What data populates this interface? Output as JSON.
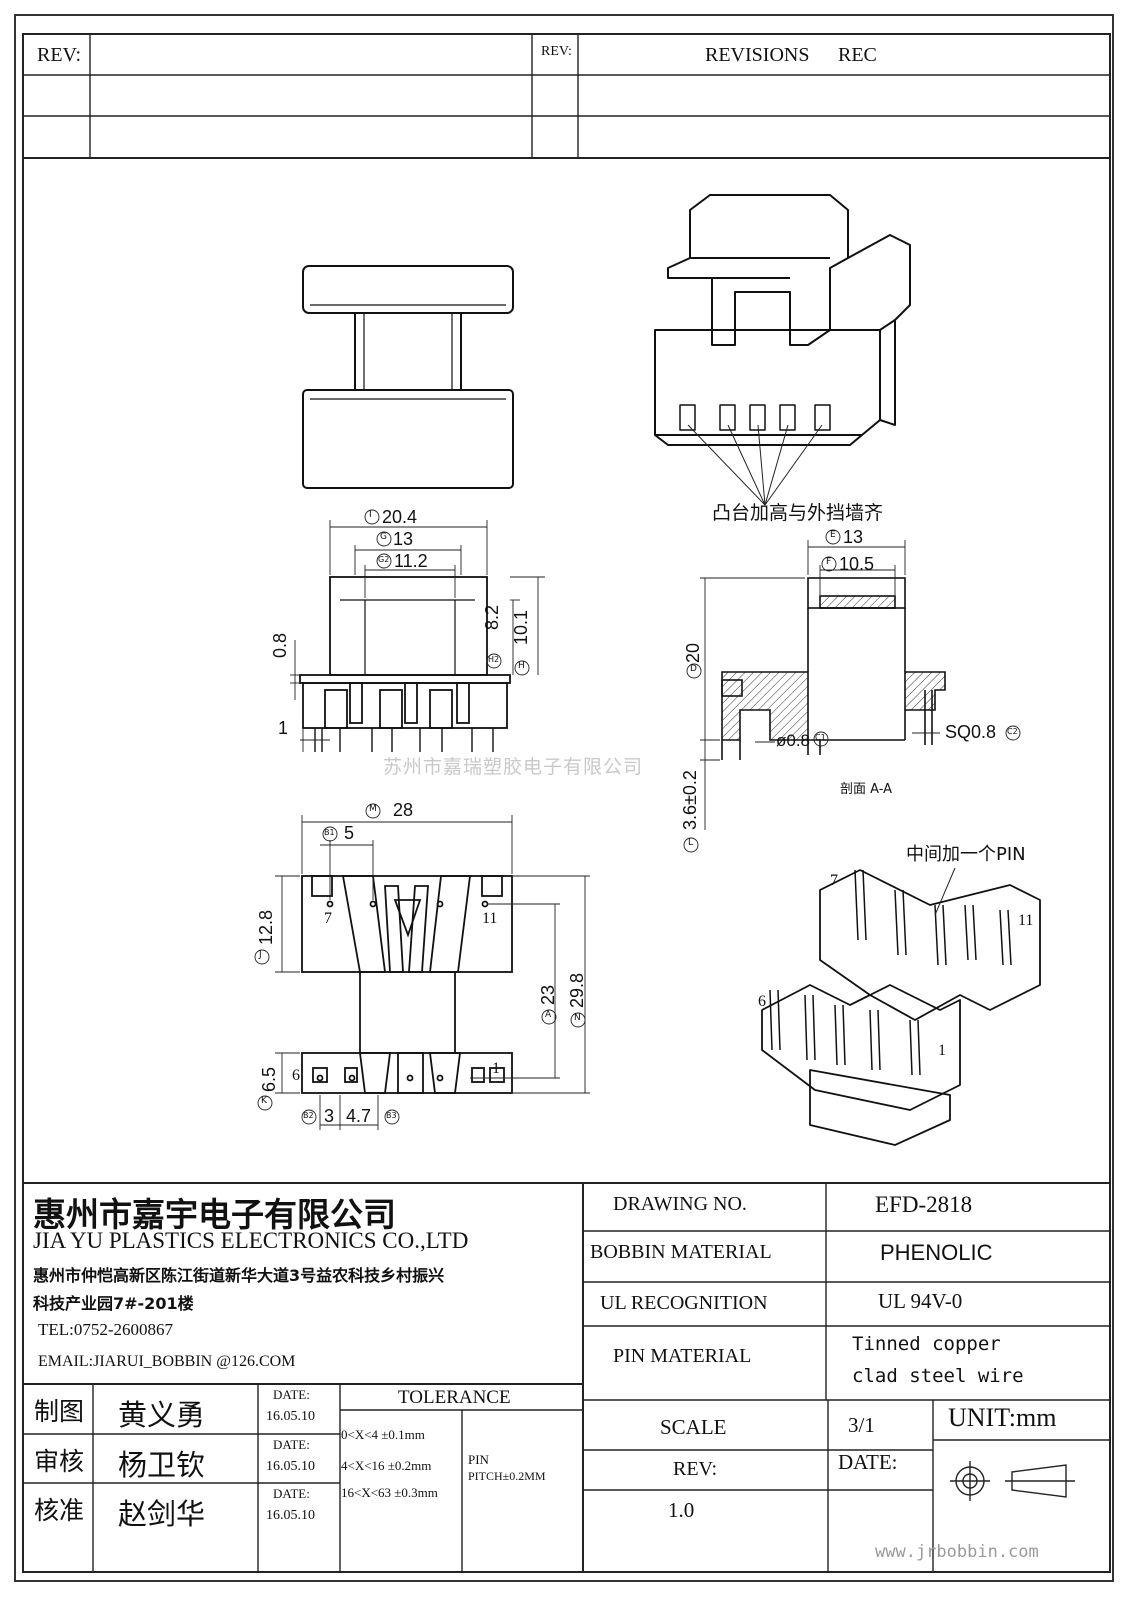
{
  "revision_block": {
    "rev_label_left": "REV:",
    "rev_label_right": "REV:",
    "revisions_label": "REVISIONS",
    "rec_label": "REC"
  },
  "drawing": {
    "note_raised_boss": "凸台加高与外挡墙齐",
    "note_middle_pin": "中间加一个PIN",
    "section_label": "剖面 A-A",
    "watermark_company": "苏州市嘉瑞塑胶电子有限公司",
    "dims": {
      "I": "20.4",
      "G": "13",
      "G2": "11.2",
      "H2": "8.2",
      "H": "10.1",
      "top_thk": "0.8",
      "pin_offset": "1",
      "E": "13",
      "F": "10.5",
      "D": "20",
      "C1": "ø0.8",
      "C2": "SQ0.8",
      "L": "3.6±0.2",
      "M": "28",
      "B1": "5",
      "J": "12.8",
      "A": "23",
      "N": "29.8",
      "K": "6.5",
      "B2": "3",
      "B3": "4.7"
    },
    "dim_letters": {
      "I": "I",
      "G": "G",
      "G2": "G2",
      "H2": "H2",
      "H": "H",
      "E": "E",
      "F": "F",
      "D": "D",
      "C1": "C1",
      "C2": "C2",
      "L": "L",
      "M": "M",
      "B1": "B1",
      "J": "J",
      "A": "A",
      "N": "N",
      "K": "K",
      "B2": "B2",
      "B3": "B3"
    },
    "pin_numbers": {
      "p7": "7",
      "p11": "11",
      "p6": "6",
      "p1": "1"
    }
  },
  "title_block": {
    "company_cn": "惠州市嘉宇电子有限公司",
    "company_en": "JIA YU PLASTICS ELECTRONICS CO.,LTD",
    "address_line1": "惠州市仲恺高新区陈江街道新华大道3号益农科技乡村振兴",
    "address_line2": "科技产业园7#-201楼",
    "tel": "TEL:0752-2600867",
    "email": "EMAIL:JIARUI_BOBBIN @126.COM",
    "roles": [
      {
        "role": "制图",
        "name": "黄义勇",
        "date_label": "DATE:",
        "date": "16.05.10"
      },
      {
        "role": "审核",
        "name": "杨卫钦",
        "date_label": "DATE:",
        "date": "16.05.10"
      },
      {
        "role": "核准",
        "name": "赵剑华",
        "date_label": "DATE:",
        "date": "16.05.10"
      }
    ],
    "tolerance_label": "TOLERANCE",
    "tolerances": [
      "0<X<4  ±0.1mm",
      "4<X<16 ±0.2mm",
      "16<X<63 ±0.3mm"
    ],
    "pin_pitch": [
      "PIN",
      "PITCH±0.2MM"
    ],
    "drawing_no_label": "DRAWING  NO.",
    "drawing_no": "EFD-2818",
    "bobbin_material_label": "BOBBIN  MATERIAL",
    "bobbin_material": "PHENOLIC",
    "ul_label": "UL RECOGNITION",
    "ul_value": "UL 94V-0",
    "pin_material_label": "PIN MATERIAL",
    "pin_material_1": "Tinned copper",
    "pin_material_2": "clad steel wire",
    "scale_label": "SCALE",
    "scale_value": "3/1",
    "unit_label": "UNIT:mm",
    "rev_label": "REV:",
    "rev_value": "1.0",
    "date_label": "DATE:",
    "website": "www.jrbobbin.com"
  }
}
